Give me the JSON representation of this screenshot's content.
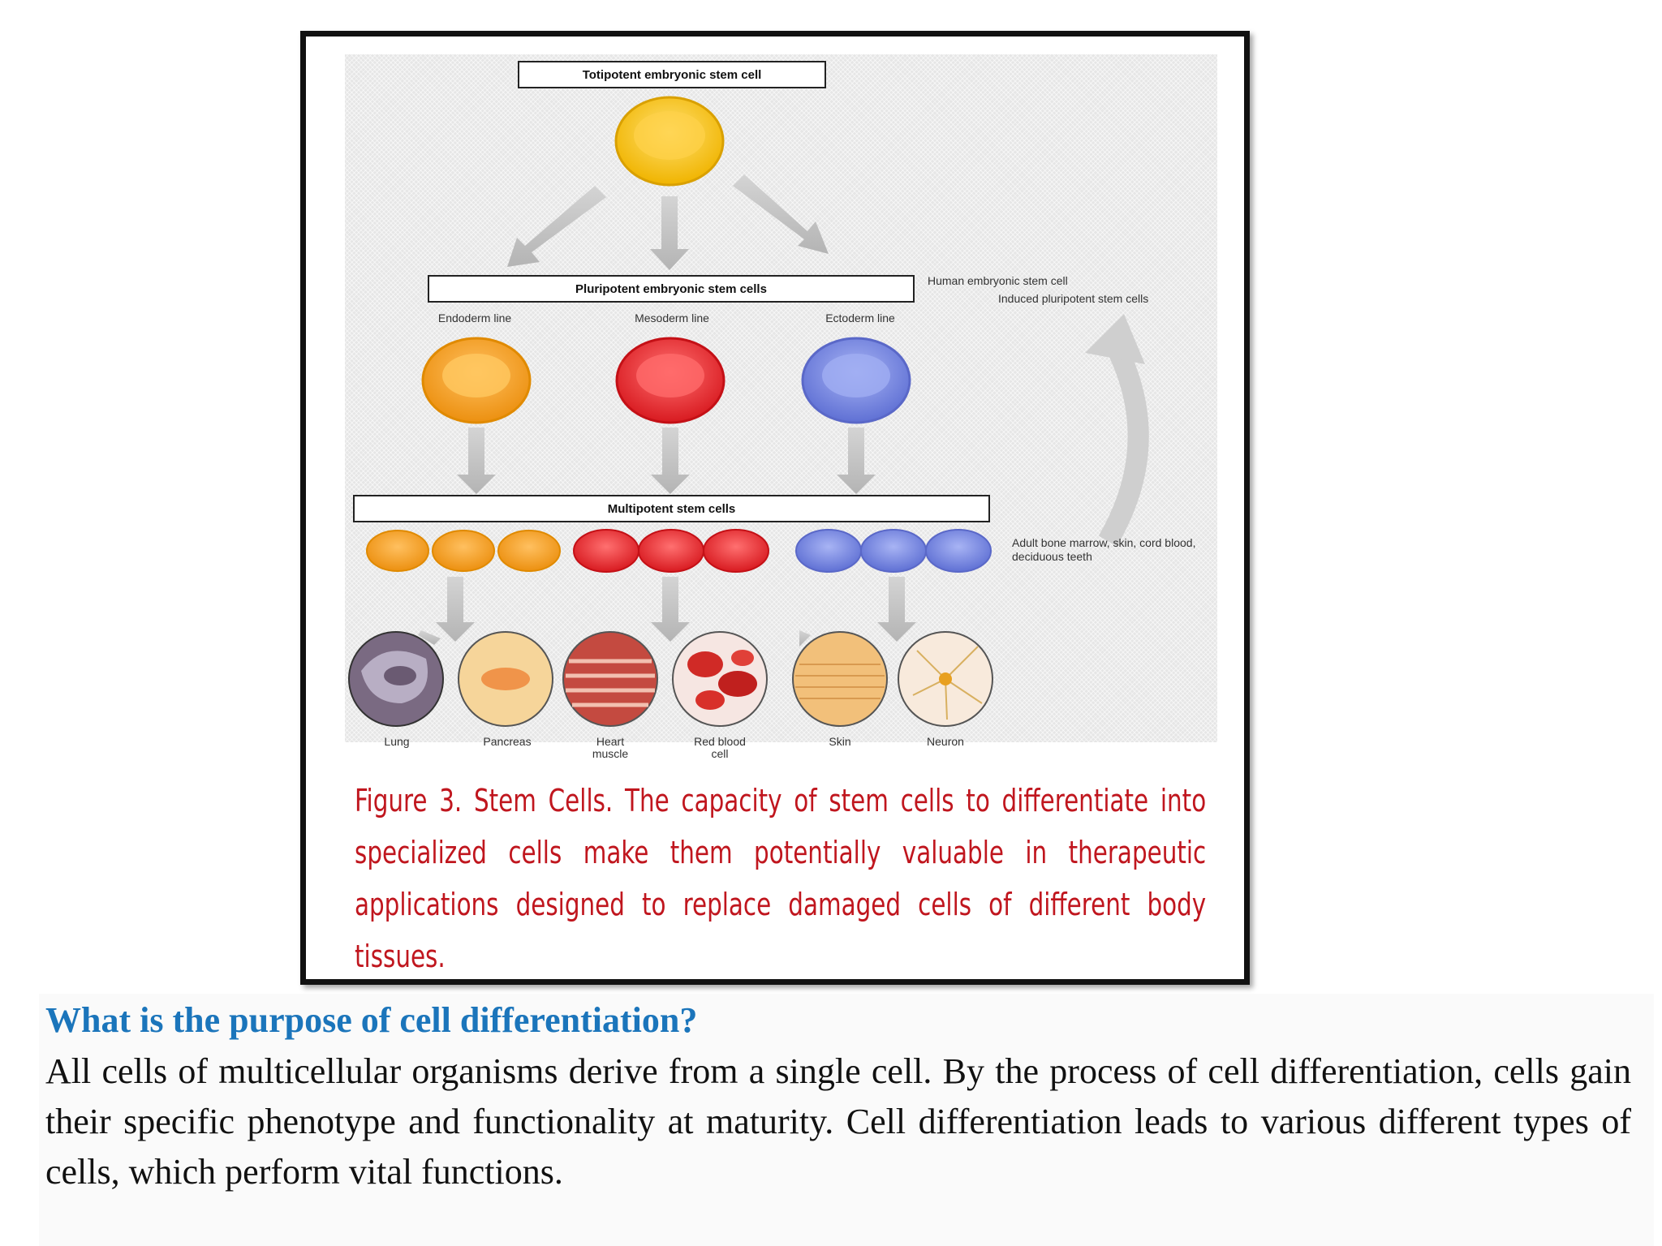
{
  "figure": {
    "boxes": {
      "totipotent": "Totipotent embryonic stem cell",
      "pluripotent": "Pluripotent embryonic stem cells",
      "multipotent": "Multipotent stem cells"
    },
    "lines": [
      "Endoderm line",
      "Mesoderm line",
      "Ectoderm line"
    ],
    "side_notes": {
      "top_1": "Human embryonic stem cell",
      "top_2": "Induced pluripotent stem cells",
      "bottom": "Adult bone marrow, skin, cord blood, deciduous teeth"
    },
    "tissues": [
      "Lung",
      "Pancreas",
      "Heart muscle",
      "Red blood cell",
      "Skin",
      "Neuron"
    ],
    "colors": {
      "yellow": "#f2c21b",
      "orange": "#f0a020",
      "red": "#e0282c",
      "blue": "#7b8ce0"
    },
    "caption": "Figure 3. Stem Cells. The capacity of stem cells to differentiate into specialized cells make them potentially valuable in therapeutic applications designed to replace damaged cells of different body tissues."
  },
  "question": "What is the purpose of cell differentiation?",
  "answer": "All cells of multicellular organisms derive from a single cell. By the process of cell differentiation, cells gain their specific phenotype and functionality at maturity. Cell differentiation leads to various different types of cells, which perform vital functions."
}
